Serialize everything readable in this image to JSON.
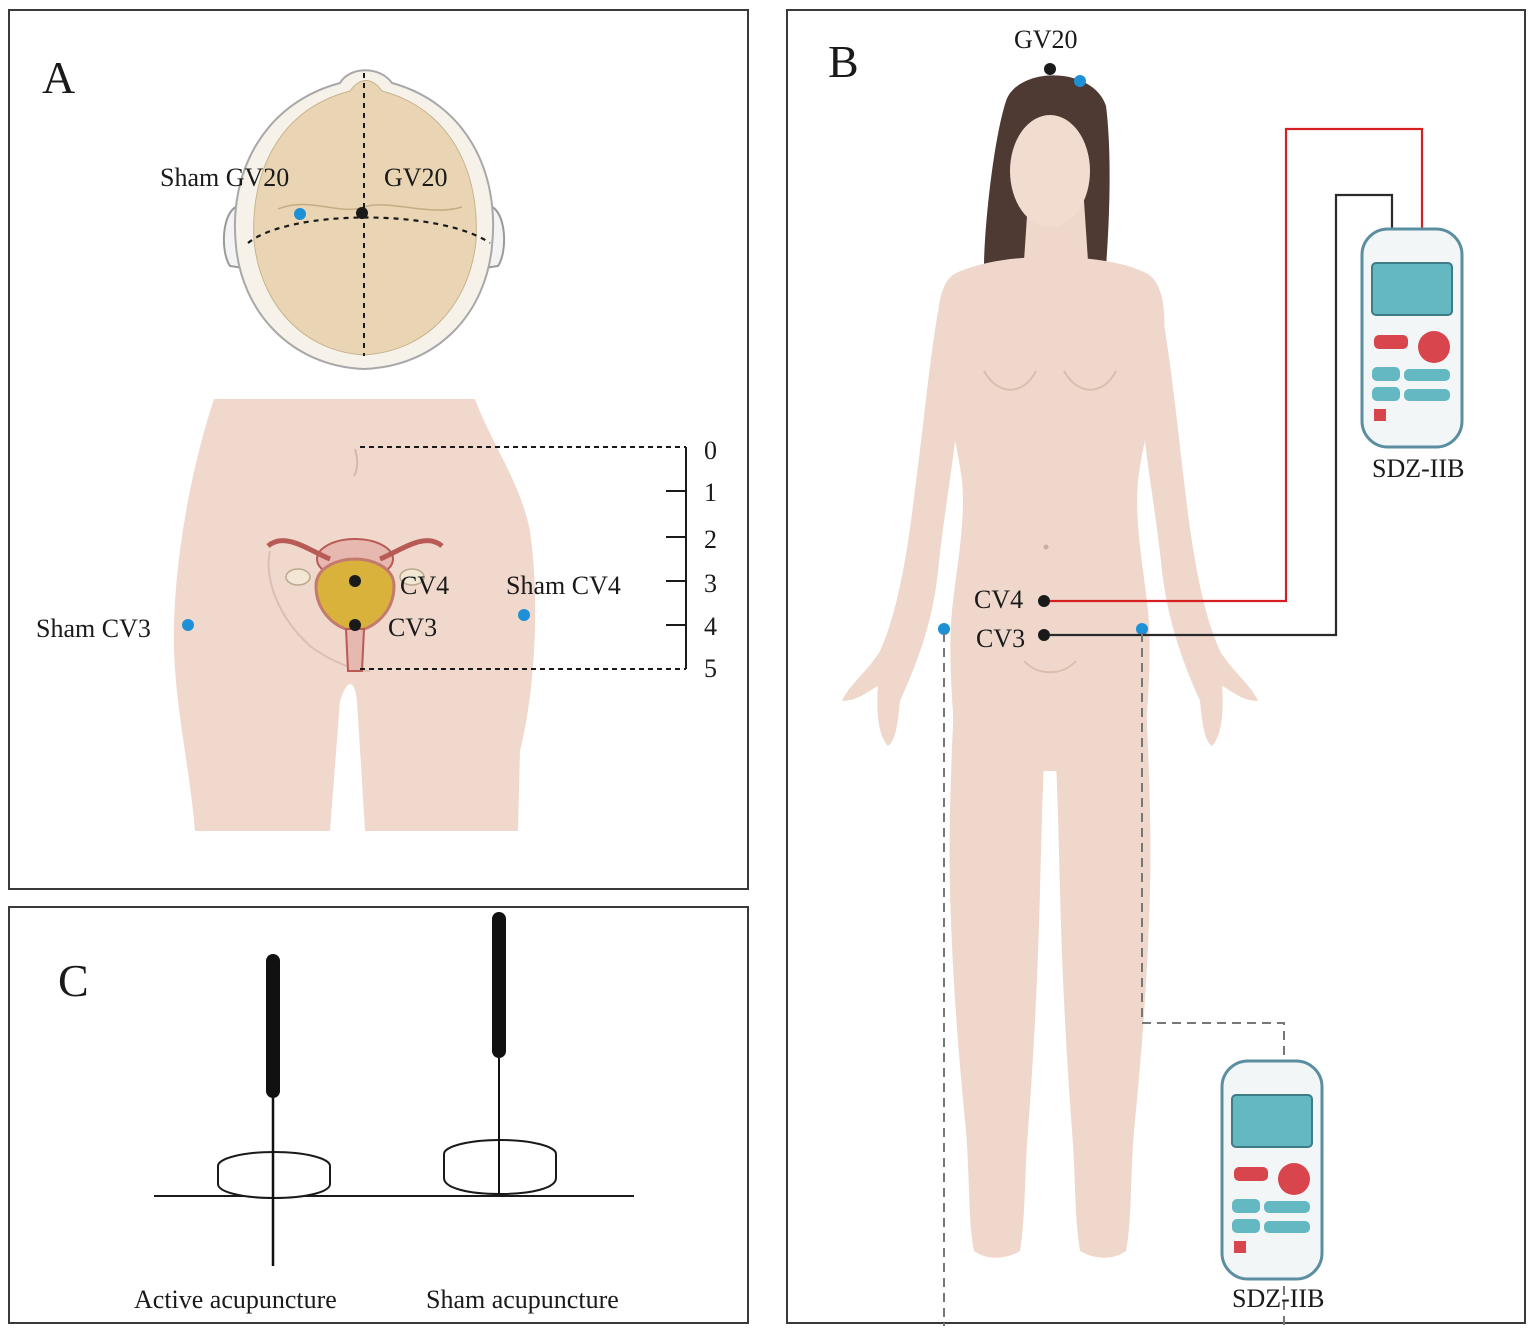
{
  "colors": {
    "skin": "#f0d9cc",
    "skull": "#e9d5b3",
    "acupoint_active": "#1a1a1a",
    "acupoint_sham": "#1e90d6",
    "wire_red": "#d42020",
    "wire_black": "#2a2a2a",
    "wire_dashed": "#777777",
    "device_teal": "#63b8c2",
    "device_red": "#d9454d",
    "hair": "#4e3a33"
  },
  "panel_a": {
    "label": "A",
    "head_labels": {
      "sham_gv20": "Sham GV20",
      "gv20": "GV20"
    },
    "pelvis_labels": {
      "cv4": "CV4",
      "cv3": "CV3",
      "sham_cv3": "Sham CV3",
      "sham_cv4": "Sham CV4"
    },
    "scale_ticks": [
      "0",
      "1",
      "2",
      "3",
      "4",
      "5"
    ]
  },
  "panel_b": {
    "label": "B",
    "labels": {
      "gv20": "GV20",
      "cv4": "CV4",
      "cv3": "CV3"
    },
    "devices": [
      "SDZ-IIB",
      "SDZ-IIB"
    ]
  },
  "panel_c": {
    "label": "C",
    "captions": [
      "Active acupuncture",
      "Sham acupuncture"
    ]
  }
}
